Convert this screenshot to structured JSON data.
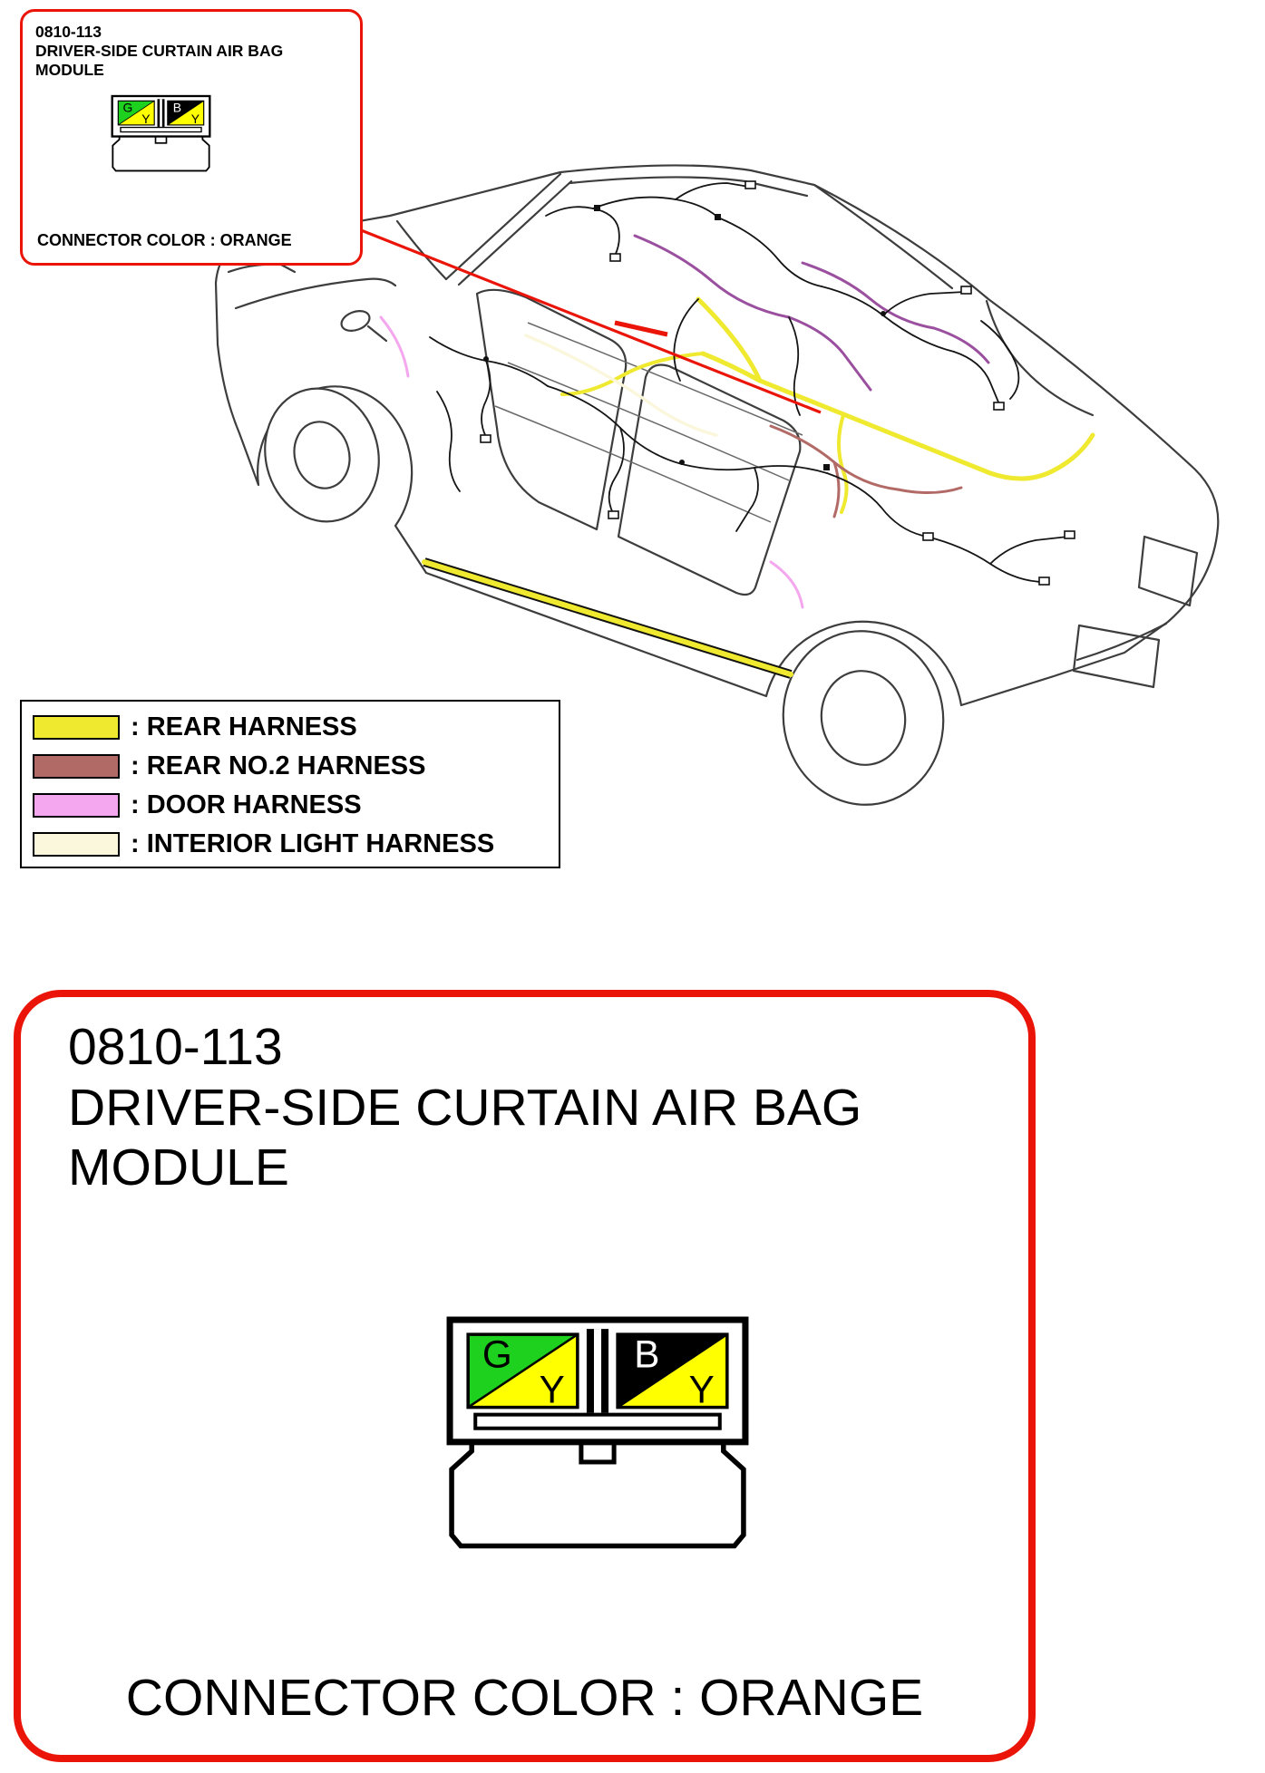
{
  "callout": {
    "code": "0810-113",
    "title": "DRIVER-SIDE CURTAIN AIR BAG MODULE",
    "connector_color": "CONNECTOR COLOR : ORANGE"
  },
  "detail": {
    "code": "0810-113",
    "title": "DRIVER-SIDE CURTAIN AIR BAG MODULE",
    "connector_color": "CONNECTOR COLOR : ORANGE"
  },
  "connector": {
    "left": {
      "top_letter": "G",
      "bottom_letter": "Y"
    },
    "right": {
      "top_letter": "B",
      "bottom_letter": "Y"
    },
    "colors": {
      "green": "#1ed11e",
      "yellow": "#ffff00",
      "black": "#000000"
    }
  },
  "legend": {
    "items": [
      {
        "label": ": REAR HARNESS",
        "color": "#efe92f"
      },
      {
        "label": ": REAR NO.2 HARNESS",
        "color": "#b26a66"
      },
      {
        "label": ": DOOR HARNESS",
        "color": "#f4a7ee"
      },
      {
        "label": ": INTERIOR LIGHT HARNESS",
        "color": "#fbf7dd"
      }
    ]
  },
  "diagram": {
    "colors": {
      "purple": "#9a4f9f",
      "leader_red": "#ea1508",
      "outline": "#3d3d3d"
    }
  }
}
